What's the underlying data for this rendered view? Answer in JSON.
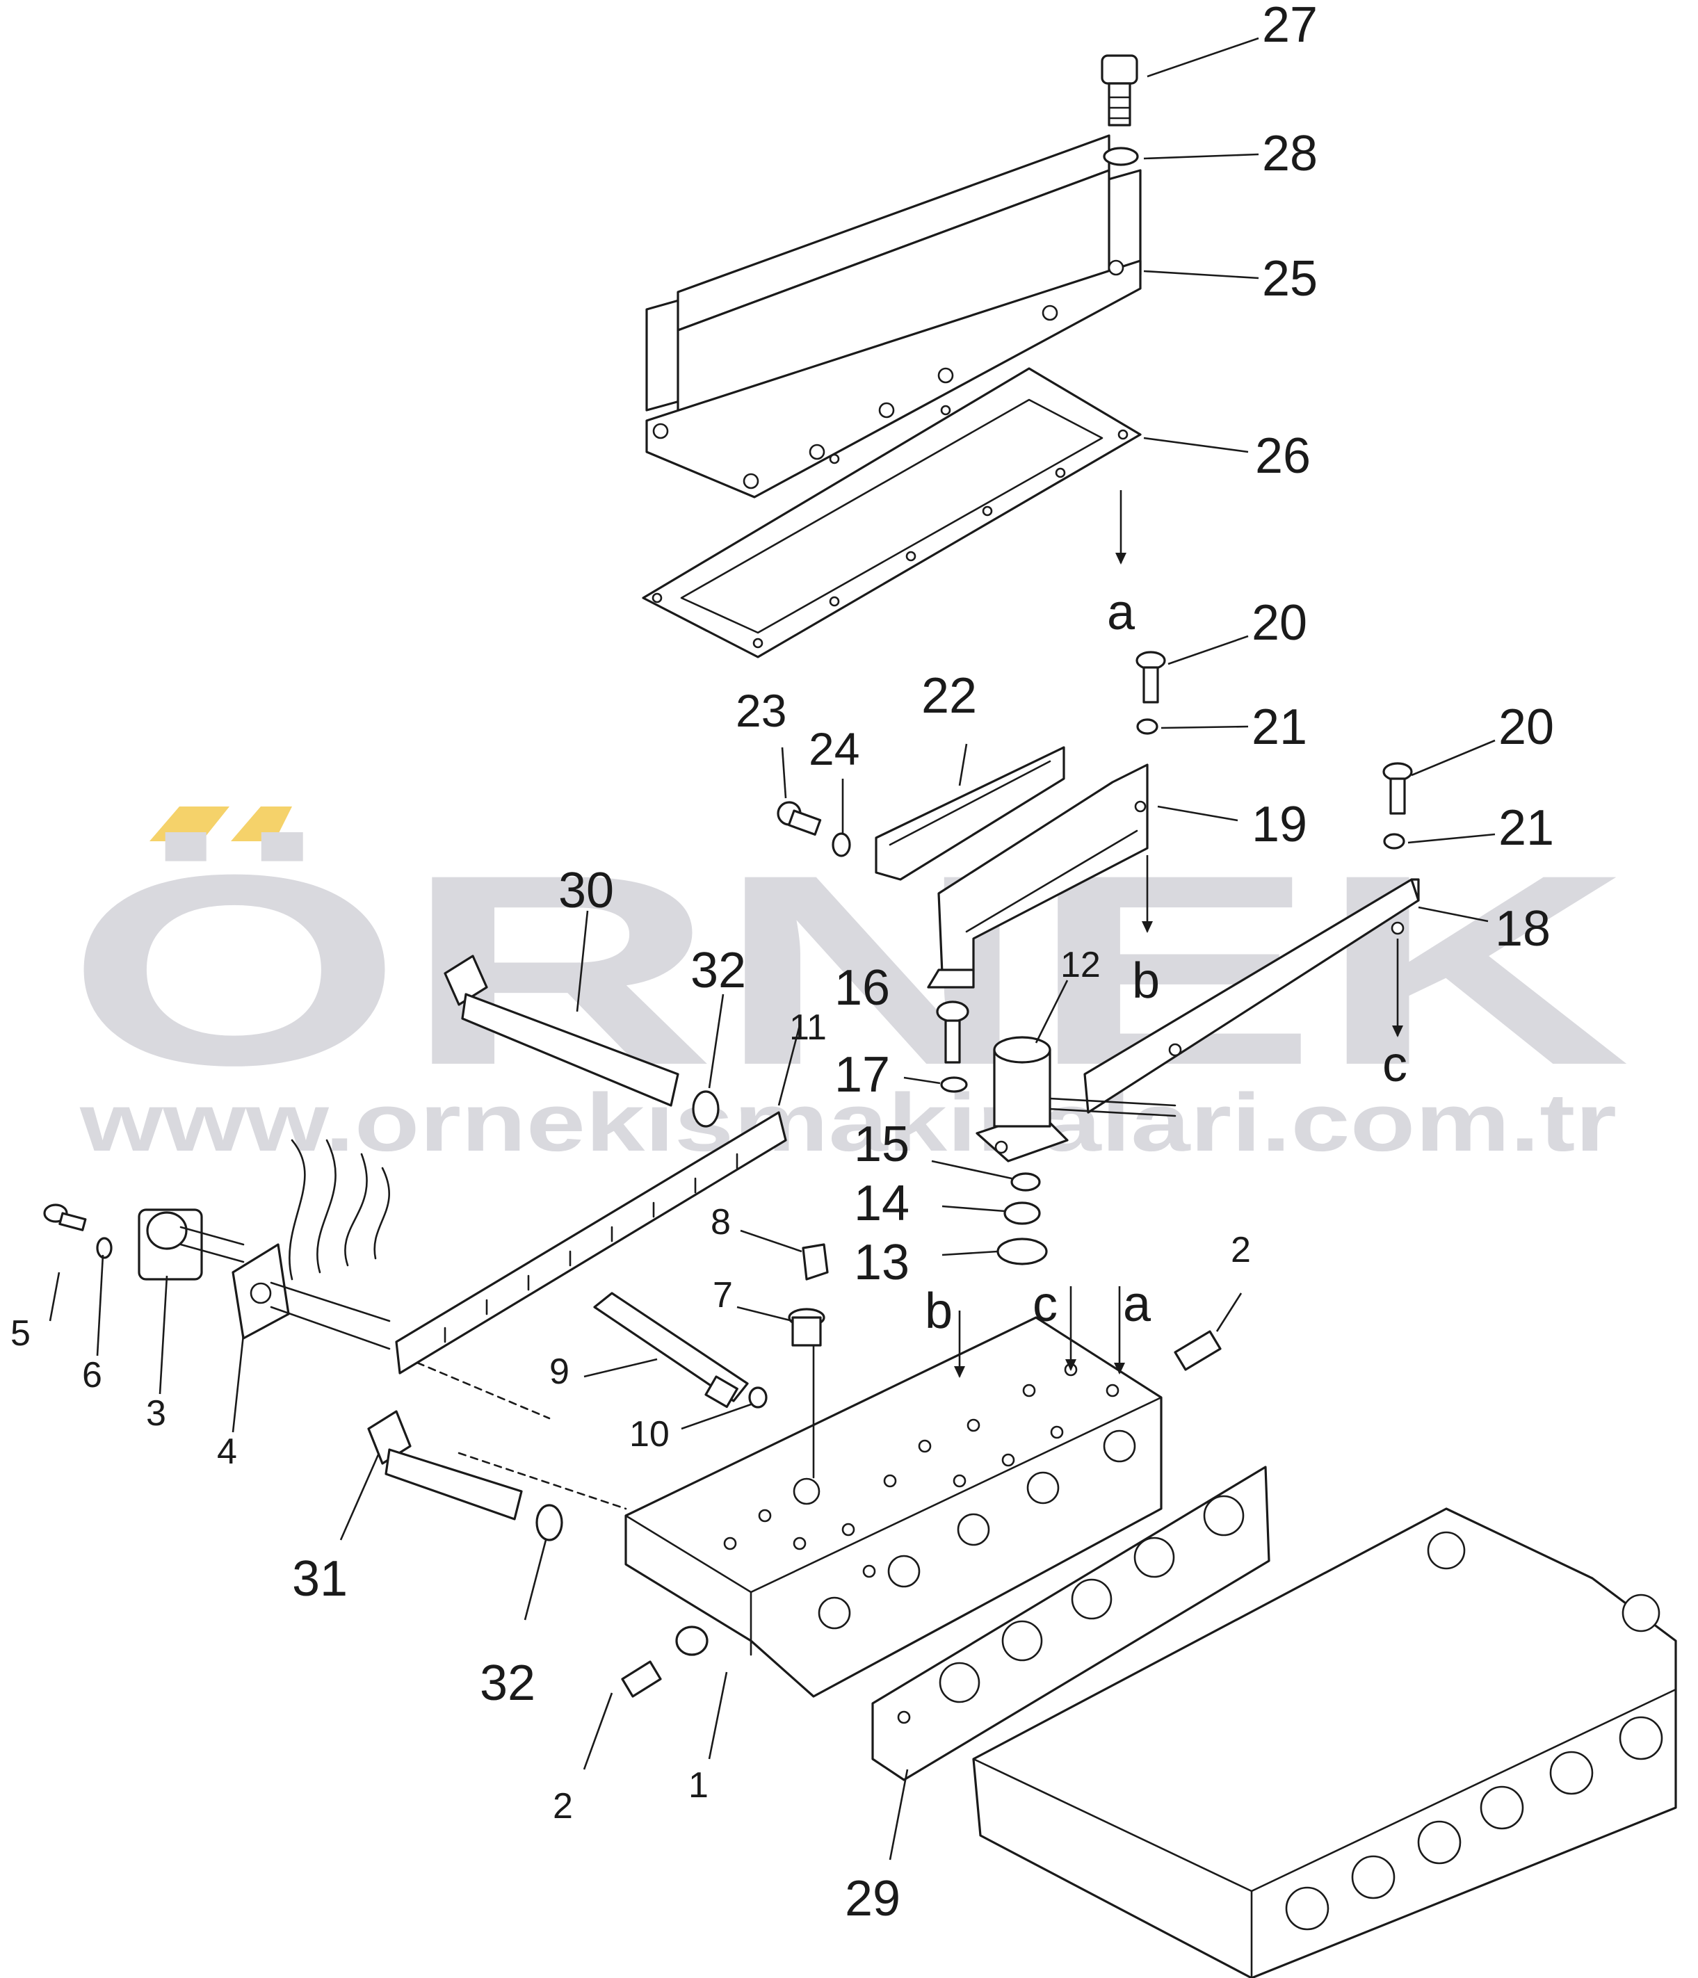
{
  "watermark": {
    "brand": "ÖRNEK",
    "url": "www.ornekismakinalari.com.tr",
    "text_color": "#d9d9de",
    "accent_color": "#f5d26a"
  },
  "labels": {
    "n1": "1",
    "n2a": "2",
    "n2b": "2",
    "n3": "3",
    "n4": "4",
    "n5": "5",
    "n6": "6",
    "n7": "7",
    "n8": "8",
    "n9": "9",
    "n10": "10",
    "n11": "11",
    "n12": "12",
    "n13": "13",
    "n14": "14",
    "n15": "15",
    "n16": "16",
    "n17": "17",
    "n18": "18",
    "n19": "19",
    "n20a": "20",
    "n20b": "20",
    "n21a": "21",
    "n21b": "21",
    "n22": "22",
    "n23": "23",
    "n24": "24",
    "n25": "25",
    "n26": "26",
    "n27": "27",
    "n28": "28",
    "n29": "29",
    "n30": "30",
    "n31": "31",
    "n32a": "32",
    "n32b": "32"
  },
  "refs": {
    "a_top": "a",
    "b_top": "b",
    "c_top": "c",
    "a_body": "a",
    "b_body": "b",
    "c_body": "c"
  }
}
